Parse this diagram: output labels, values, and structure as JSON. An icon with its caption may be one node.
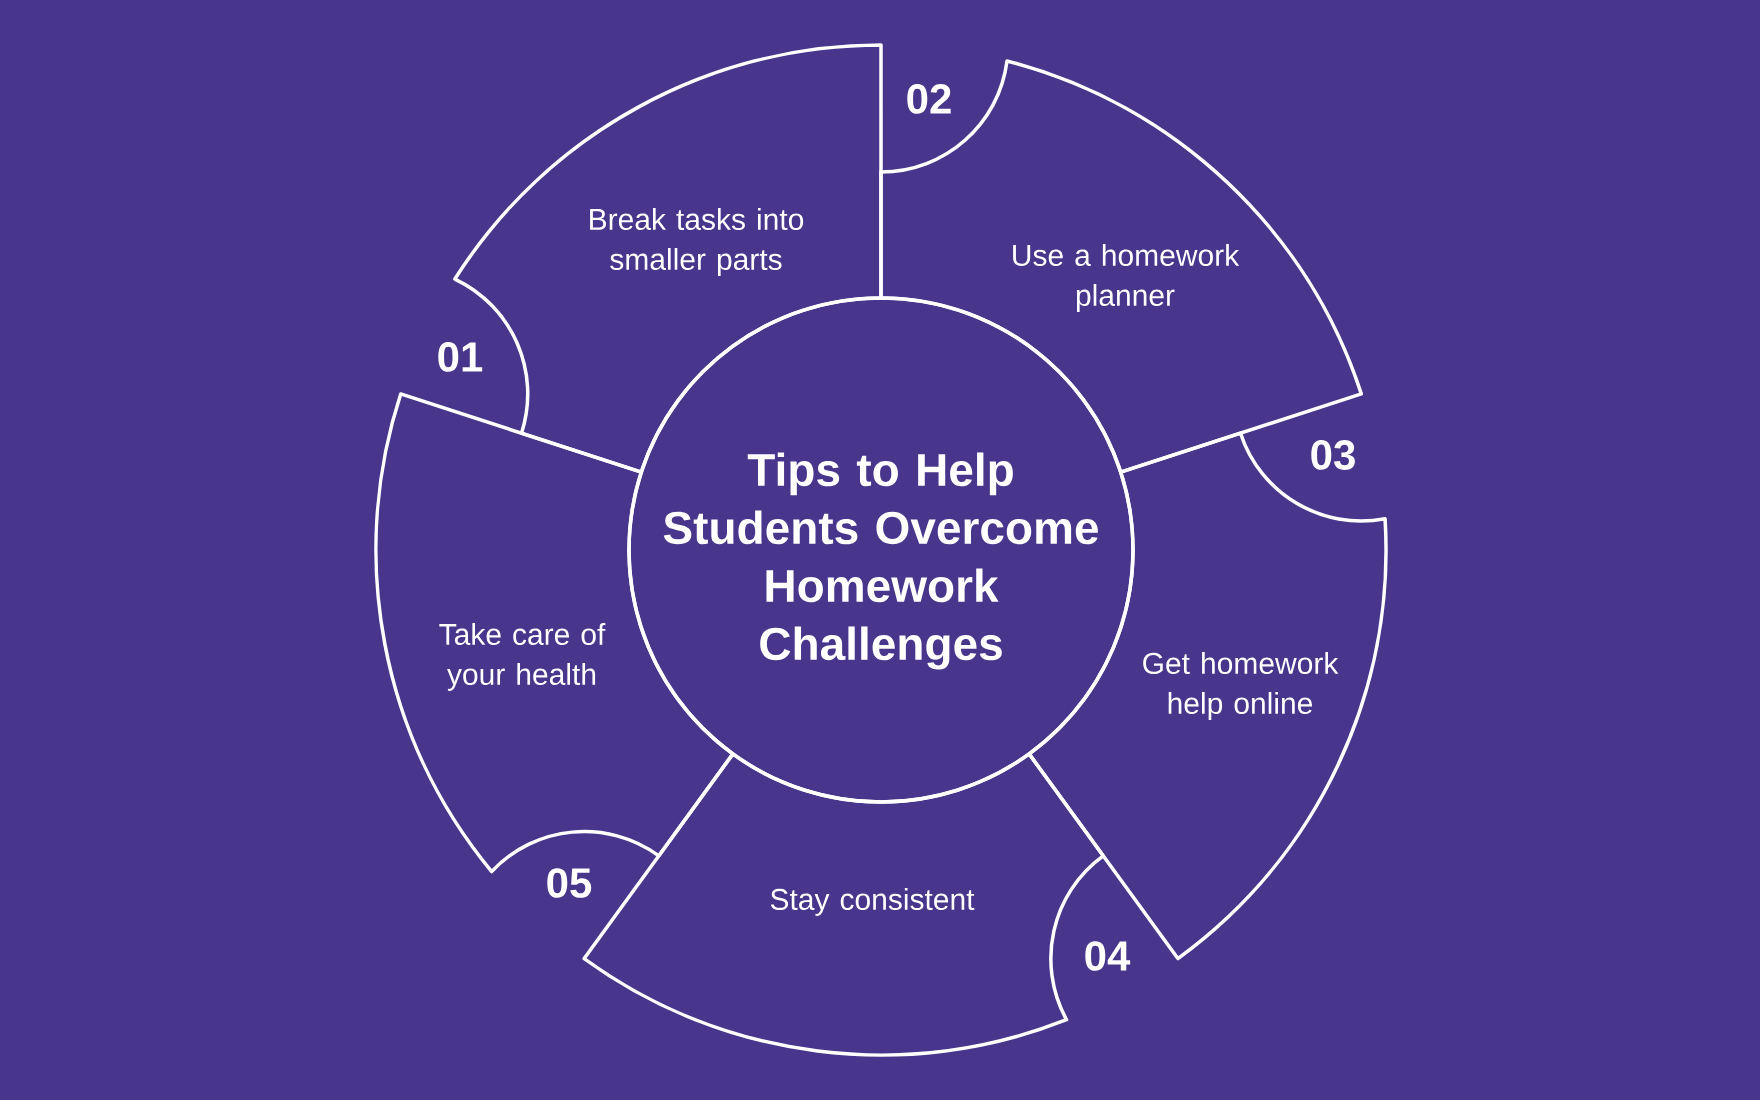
{
  "diagram": {
    "nodes": [
      {
        "text": [
          "Tips to Help Students Overcome Homework Challenges"
        ]
      },
      {
        "text": [
          "Break tasks into smaller parts"
        ],
        "beside": [
          "01"
        ]
      },
      {
        "text": [
          "Use a homework planner"
        ],
        "beside": [
          "02"
        ]
      },
      {
        "text": [
          "Get homework help online"
        ],
        "beside": [
          "03"
        ]
      },
      {
        "text": [
          "Stay consistent"
        ],
        "beside": [
          "04"
        ]
      },
      {
        "text": [
          "Take care of your health"
        ],
        "beside": [
          "05"
        ]
      }
    ]
  }
}
